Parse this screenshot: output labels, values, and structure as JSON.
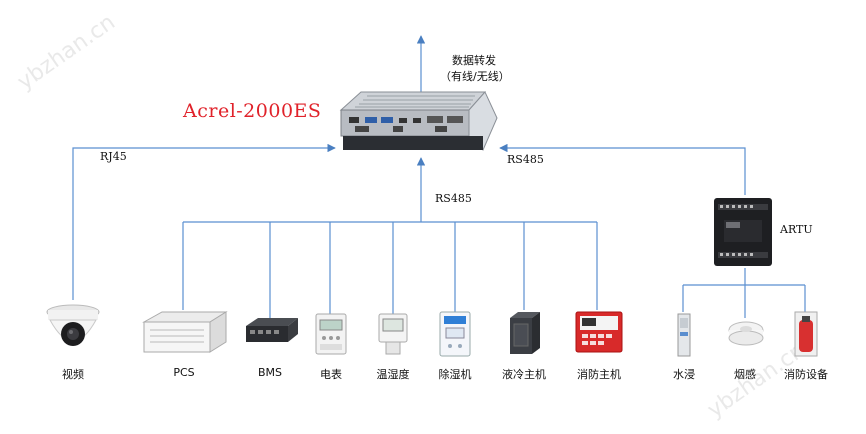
{
  "title": "Acrel-2000ES",
  "forward": {
    "line1": "数据转发",
    "line2": "（有线/无线）"
  },
  "links": {
    "rj45": "RJ45",
    "rs485_right": "RS485",
    "rs485_bottom": "RS485"
  },
  "artu": "ARTU",
  "watermark": "ybzhan.cn",
  "devices": [
    {
      "label": "视频",
      "icon": "dome-camera-icon"
    },
    {
      "label": "PCS",
      "icon": "pcs-cabinet-icon"
    },
    {
      "label": "BMS",
      "icon": "bms-module-icon"
    },
    {
      "label": "电表",
      "icon": "energy-meter-icon"
    },
    {
      "label": "温湿度",
      "icon": "thermo-hygrometer-icon"
    },
    {
      "label": "除湿机",
      "icon": "dehumidifier-icon"
    },
    {
      "label": "液冷主机",
      "icon": "liquid-cooling-unit-icon"
    },
    {
      "label": "消防主机",
      "icon": "fire-control-panel-icon"
    },
    {
      "label": "水浸",
      "icon": "water-leak-sensor-icon"
    },
    {
      "label": "烟感",
      "icon": "smoke-detector-icon"
    },
    {
      "label": "消防设备",
      "icon": "fire-extinguisher-icon"
    }
  ]
}
